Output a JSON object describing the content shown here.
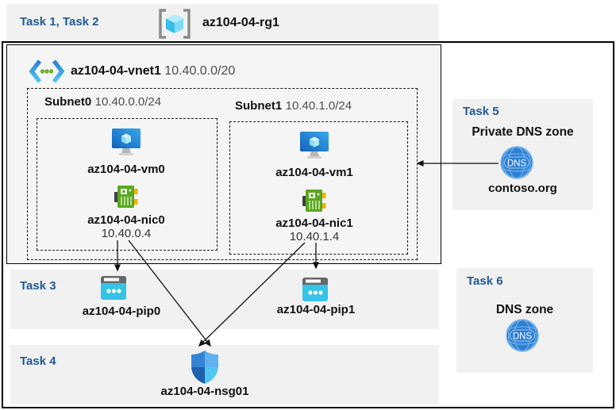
{
  "header_band": {
    "title": "Task 1, Task 2",
    "resource_group_name": "az104-04-rg1"
  },
  "vnet": {
    "name": "az104-04-vnet1",
    "cidr": "10.40.0.0/20",
    "subnets": [
      {
        "name": "Subnet0",
        "cidr": "10.40.0.0/24",
        "vm": "az104-04-vm0",
        "nic": "az104-04-nic0",
        "ip": "10.40.0.4"
      },
      {
        "name": "Subnet1",
        "cidr": "10.40.1.0/24",
        "vm": "az104-04-vm1",
        "nic": "az104-04-nic1",
        "ip": "10.40.1.4"
      }
    ]
  },
  "task3": {
    "title": "Task 3",
    "pip0": "az104-04-pip0",
    "pip1": "az104-04-pip1"
  },
  "task4": {
    "title": "Task 4",
    "nsg": "az104-04-nsg01"
  },
  "task5": {
    "title": "Task 5",
    "heading": "Private DNS zone",
    "zone_name": "contoso.org",
    "icon_label": "DNS"
  },
  "task6": {
    "title": "Task 6",
    "heading": "DNS zone",
    "icon_label": "DNS"
  },
  "colors": {
    "task_title_blue": "#215a96",
    "band_gray": "#f1f1f1",
    "vnet_fill": "#f5f5f5",
    "dns_blue": "#2f7fd4",
    "pip_cyan": "#35c3e8",
    "nic_green": "#5aa71f",
    "vm_blue": "#1f78cc"
  }
}
